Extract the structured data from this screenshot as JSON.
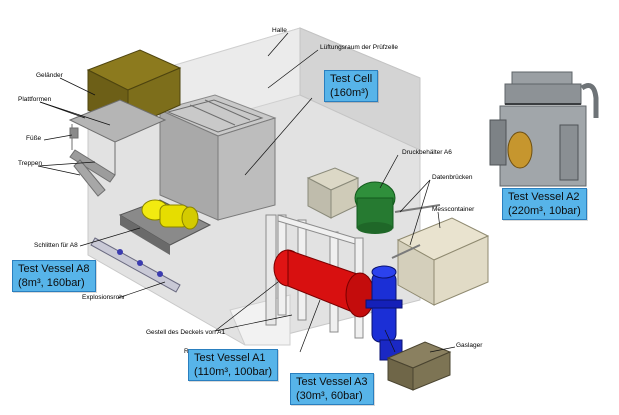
{
  "labels": {
    "halle": "Halle",
    "lueftung": "Lüftungsraum der Prüfzelle",
    "gelander": "Geländer",
    "plattformen": "Plattformen",
    "fusse": "Füße",
    "treppen": "Treppen",
    "druckbehalter": "Druckbehälter A6",
    "datenbrucken": "Datenbrücken",
    "messcontainer": "Messcontainer",
    "schlitten": "Schlitten für A8",
    "explosionsrohr": "Explosionsrohr",
    "gestell": "Gestell des Deckels von A1",
    "ra": "Ra",
    "gaslager": "Gaslager"
  },
  "tags": {
    "test_cell": {
      "line1": "Test Cell",
      "line2": "(160m³)"
    },
    "vessel_a2": {
      "line1": "Test Vessel A2",
      "line2": "(220m³, 10bar)"
    },
    "vessel_a8": {
      "line1": "Test Vessel A8",
      "line2": "(8m³, 160bar)"
    },
    "vessel_a1": {
      "line1": "Test Vessel A1",
      "line2": "(110m³, 100bar)"
    },
    "vessel_a3": {
      "line1": "Test Vessel A3",
      "line2": "(30m³, 60bar)"
    }
  },
  "colors": {
    "tag_fill": "#57b4e9",
    "building_gray": "#d9d9d9",
    "vessel_red": "#e01010",
    "vessel_blue": "#1a2bd6",
    "vessel_yellow": "#e8e000",
    "vessel_green": "#2e8b3a",
    "container_olive": "#7a6a1c"
  }
}
